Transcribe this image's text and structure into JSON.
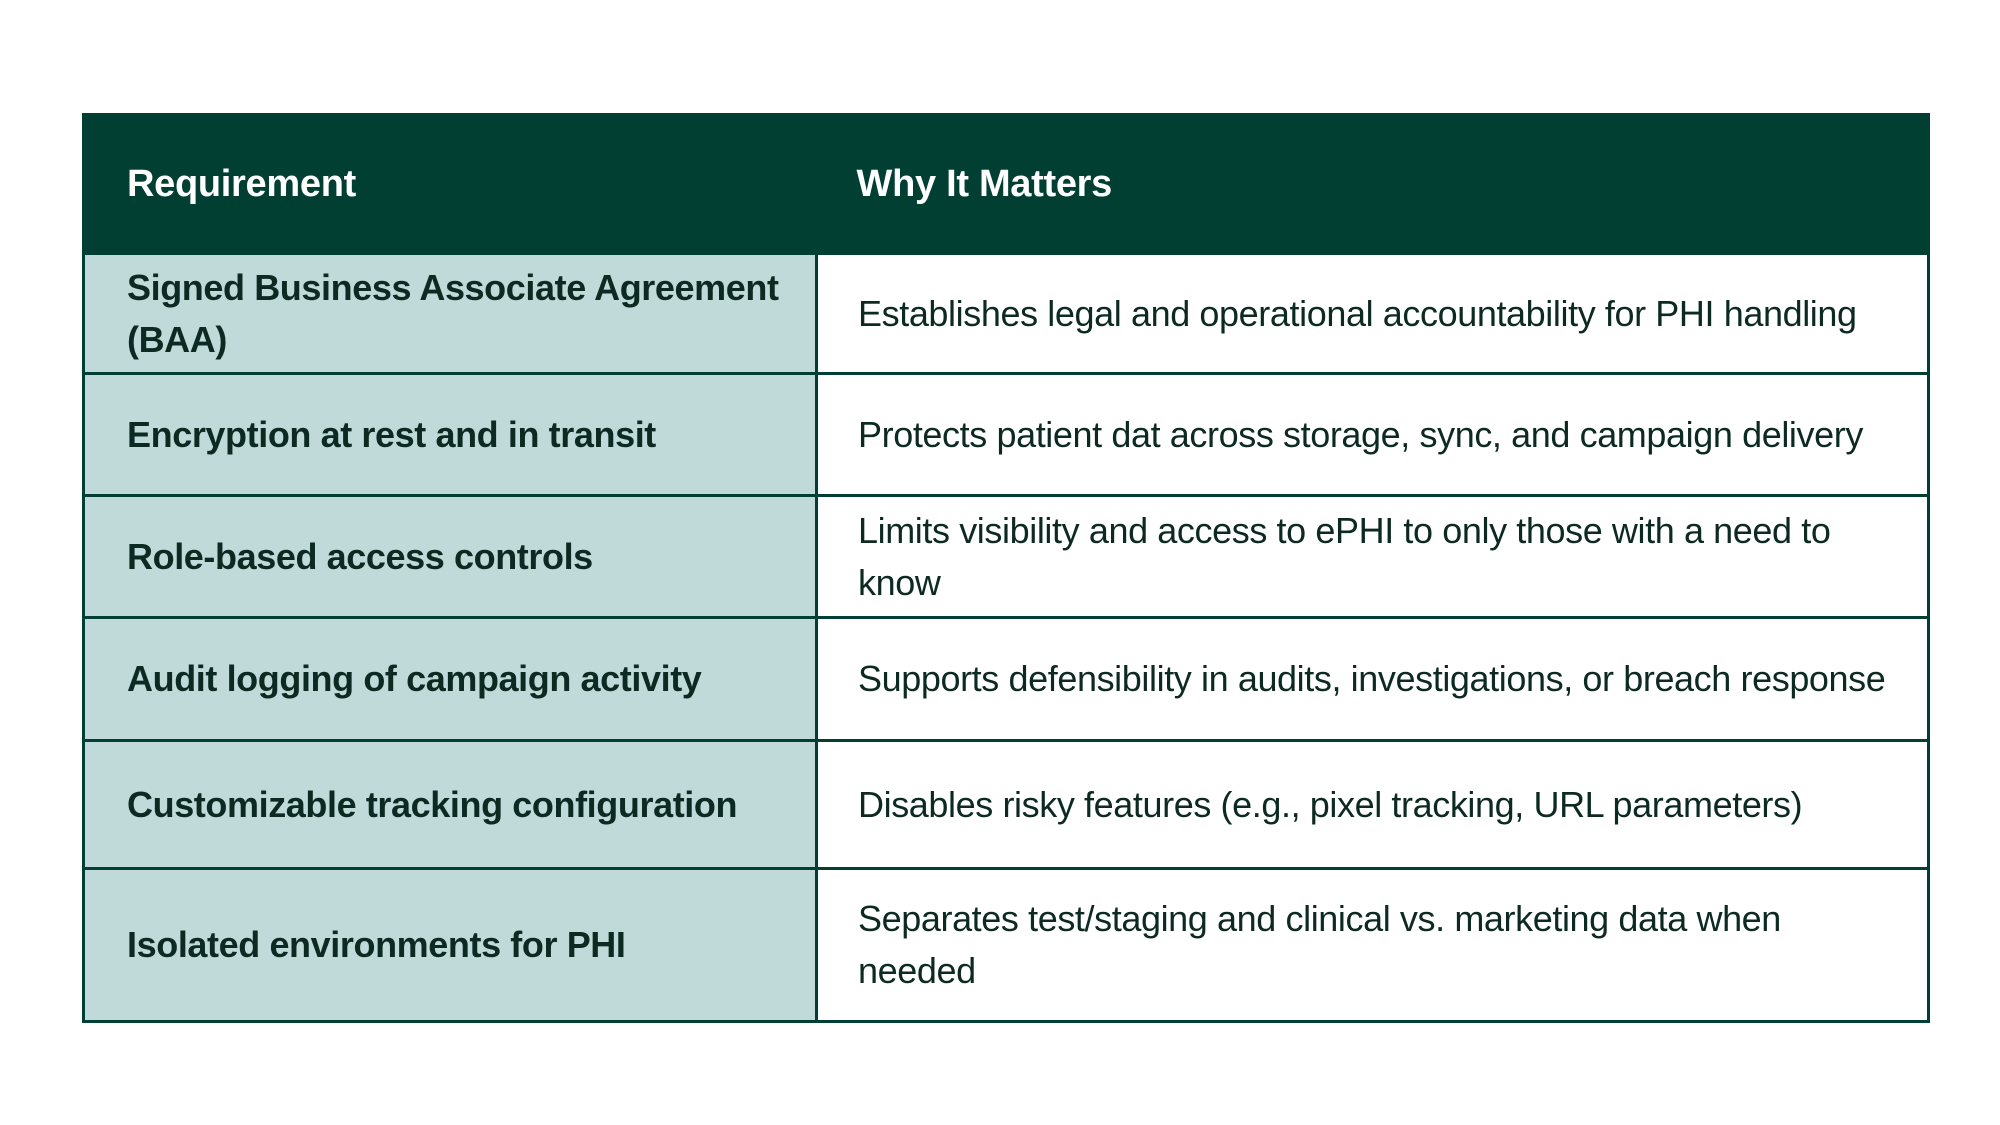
{
  "table": {
    "headers": {
      "requirement": "Requirement",
      "why": "Why It Matters"
    },
    "rows": [
      {
        "requirement": "Signed Business Associate Agreement (BAA)",
        "why": "Establishes legal and operational accountability for PHI handling"
      },
      {
        "requirement": "Encryption at rest and in transit",
        "why": "Protects patient dat across storage, sync, and campaign delivery"
      },
      {
        "requirement": "Role-based access controls",
        "why": "Limits visibility and access to ePHI to only those with a need to know"
      },
      {
        "requirement": "Audit logging of campaign activity",
        "why": "Supports defensibility in audits, investigations, or breach response"
      },
      {
        "requirement": "Customizable tracking configuration",
        "why": "Disables risky features (e.g., pixel tracking, URL parameters)"
      },
      {
        "requirement": "Isolated environments for PHI",
        "why": "Separates test/staging and clinical vs. marketing data when needed"
      }
    ]
  },
  "colors": {
    "header_bg": "#013f33",
    "header_text": "#ffffff",
    "requirement_col_bg": "#c0d9d9",
    "border": "#013f33",
    "text": "#0d2a22"
  }
}
